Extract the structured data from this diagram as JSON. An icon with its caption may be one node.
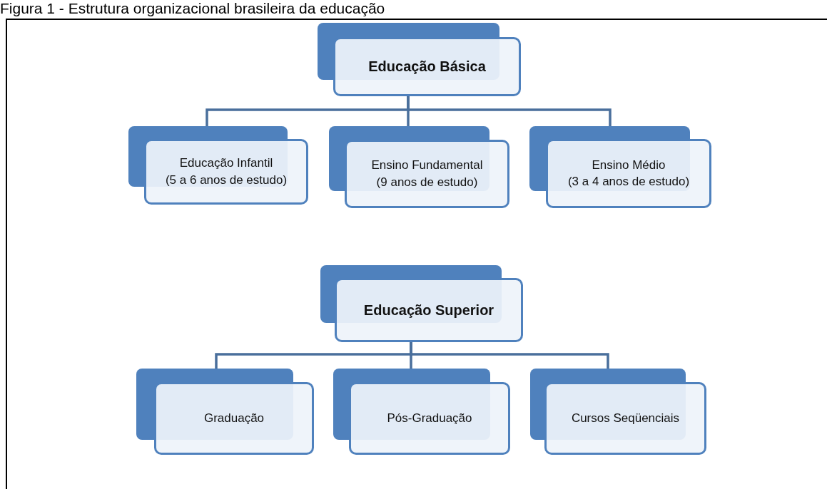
{
  "diagram": {
    "title": "Figura 1 - Estrutura organizacional brasileira da educação",
    "nodes": [
      {
        "text": [
          "Educação Básica"
        ]
      },
      {
        "text": [
          "Educação Infantil",
          "(5 a 6 anos de estudo)"
        ]
      },
      {
        "text": [
          "Ensino Fundamental",
          "(9 anos de estudo)"
        ]
      },
      {
        "text": [
          "Ensino Médio",
          "(3 a 4 anos de estudo)"
        ]
      },
      {
        "text": [
          "Educação Superior"
        ]
      },
      {
        "text": [
          "Graduação"
        ]
      },
      {
        "text": [
          "Pós-Graduação"
        ]
      },
      {
        "text": [
          "Cursos Seqüenciais"
        ]
      }
    ],
    "edges": [
      {
        "from": 0,
        "to": 1,
        "arrow": "none"
      },
      {
        "from": 0,
        "to": 2,
        "arrow": "none"
      },
      {
        "from": 0,
        "to": 3,
        "arrow": "none"
      },
      {
        "from": 4,
        "to": 5,
        "arrow": "none"
      },
      {
        "from": 4,
        "to": 6,
        "arrow": "none"
      },
      {
        "from": 4,
        "to": 7,
        "arrow": "none"
      }
    ]
  }
}
